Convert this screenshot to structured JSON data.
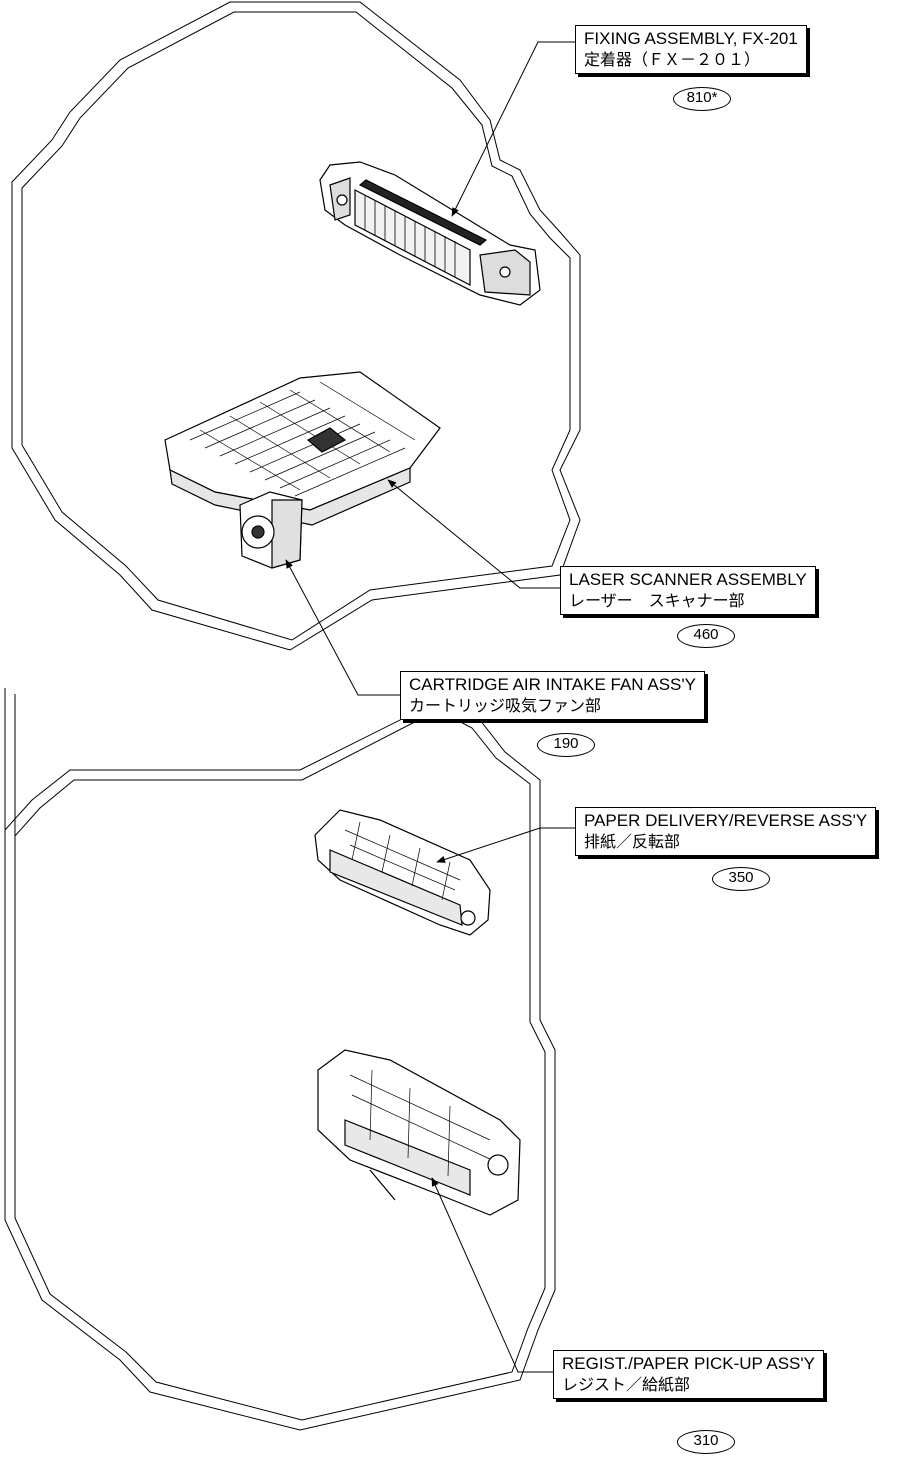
{
  "callouts": [
    {
      "en": "FIXING ASSEMBLY, FX-201",
      "jp": "定着器（ＦＸ－２０１）",
      "code": "810*"
    },
    {
      "en": "LASER SCANNER ASSEMBLY",
      "jp": "レーザー　スキャナー部",
      "code": "460"
    },
    {
      "en": "CARTRIDGE AIR INTAKE FAN ASS'Y",
      "jp": "カートリッジ吸気ファン部",
      "code": "190"
    },
    {
      "en": "PAPER DELIVERY/REVERSE ASS'Y",
      "jp": "排紙／反転部",
      "code": "350"
    },
    {
      "en": "REGIST./PAPER PICK-UP ASS'Y",
      "jp": "レジスト／給紙部",
      "code": "310"
    }
  ]
}
